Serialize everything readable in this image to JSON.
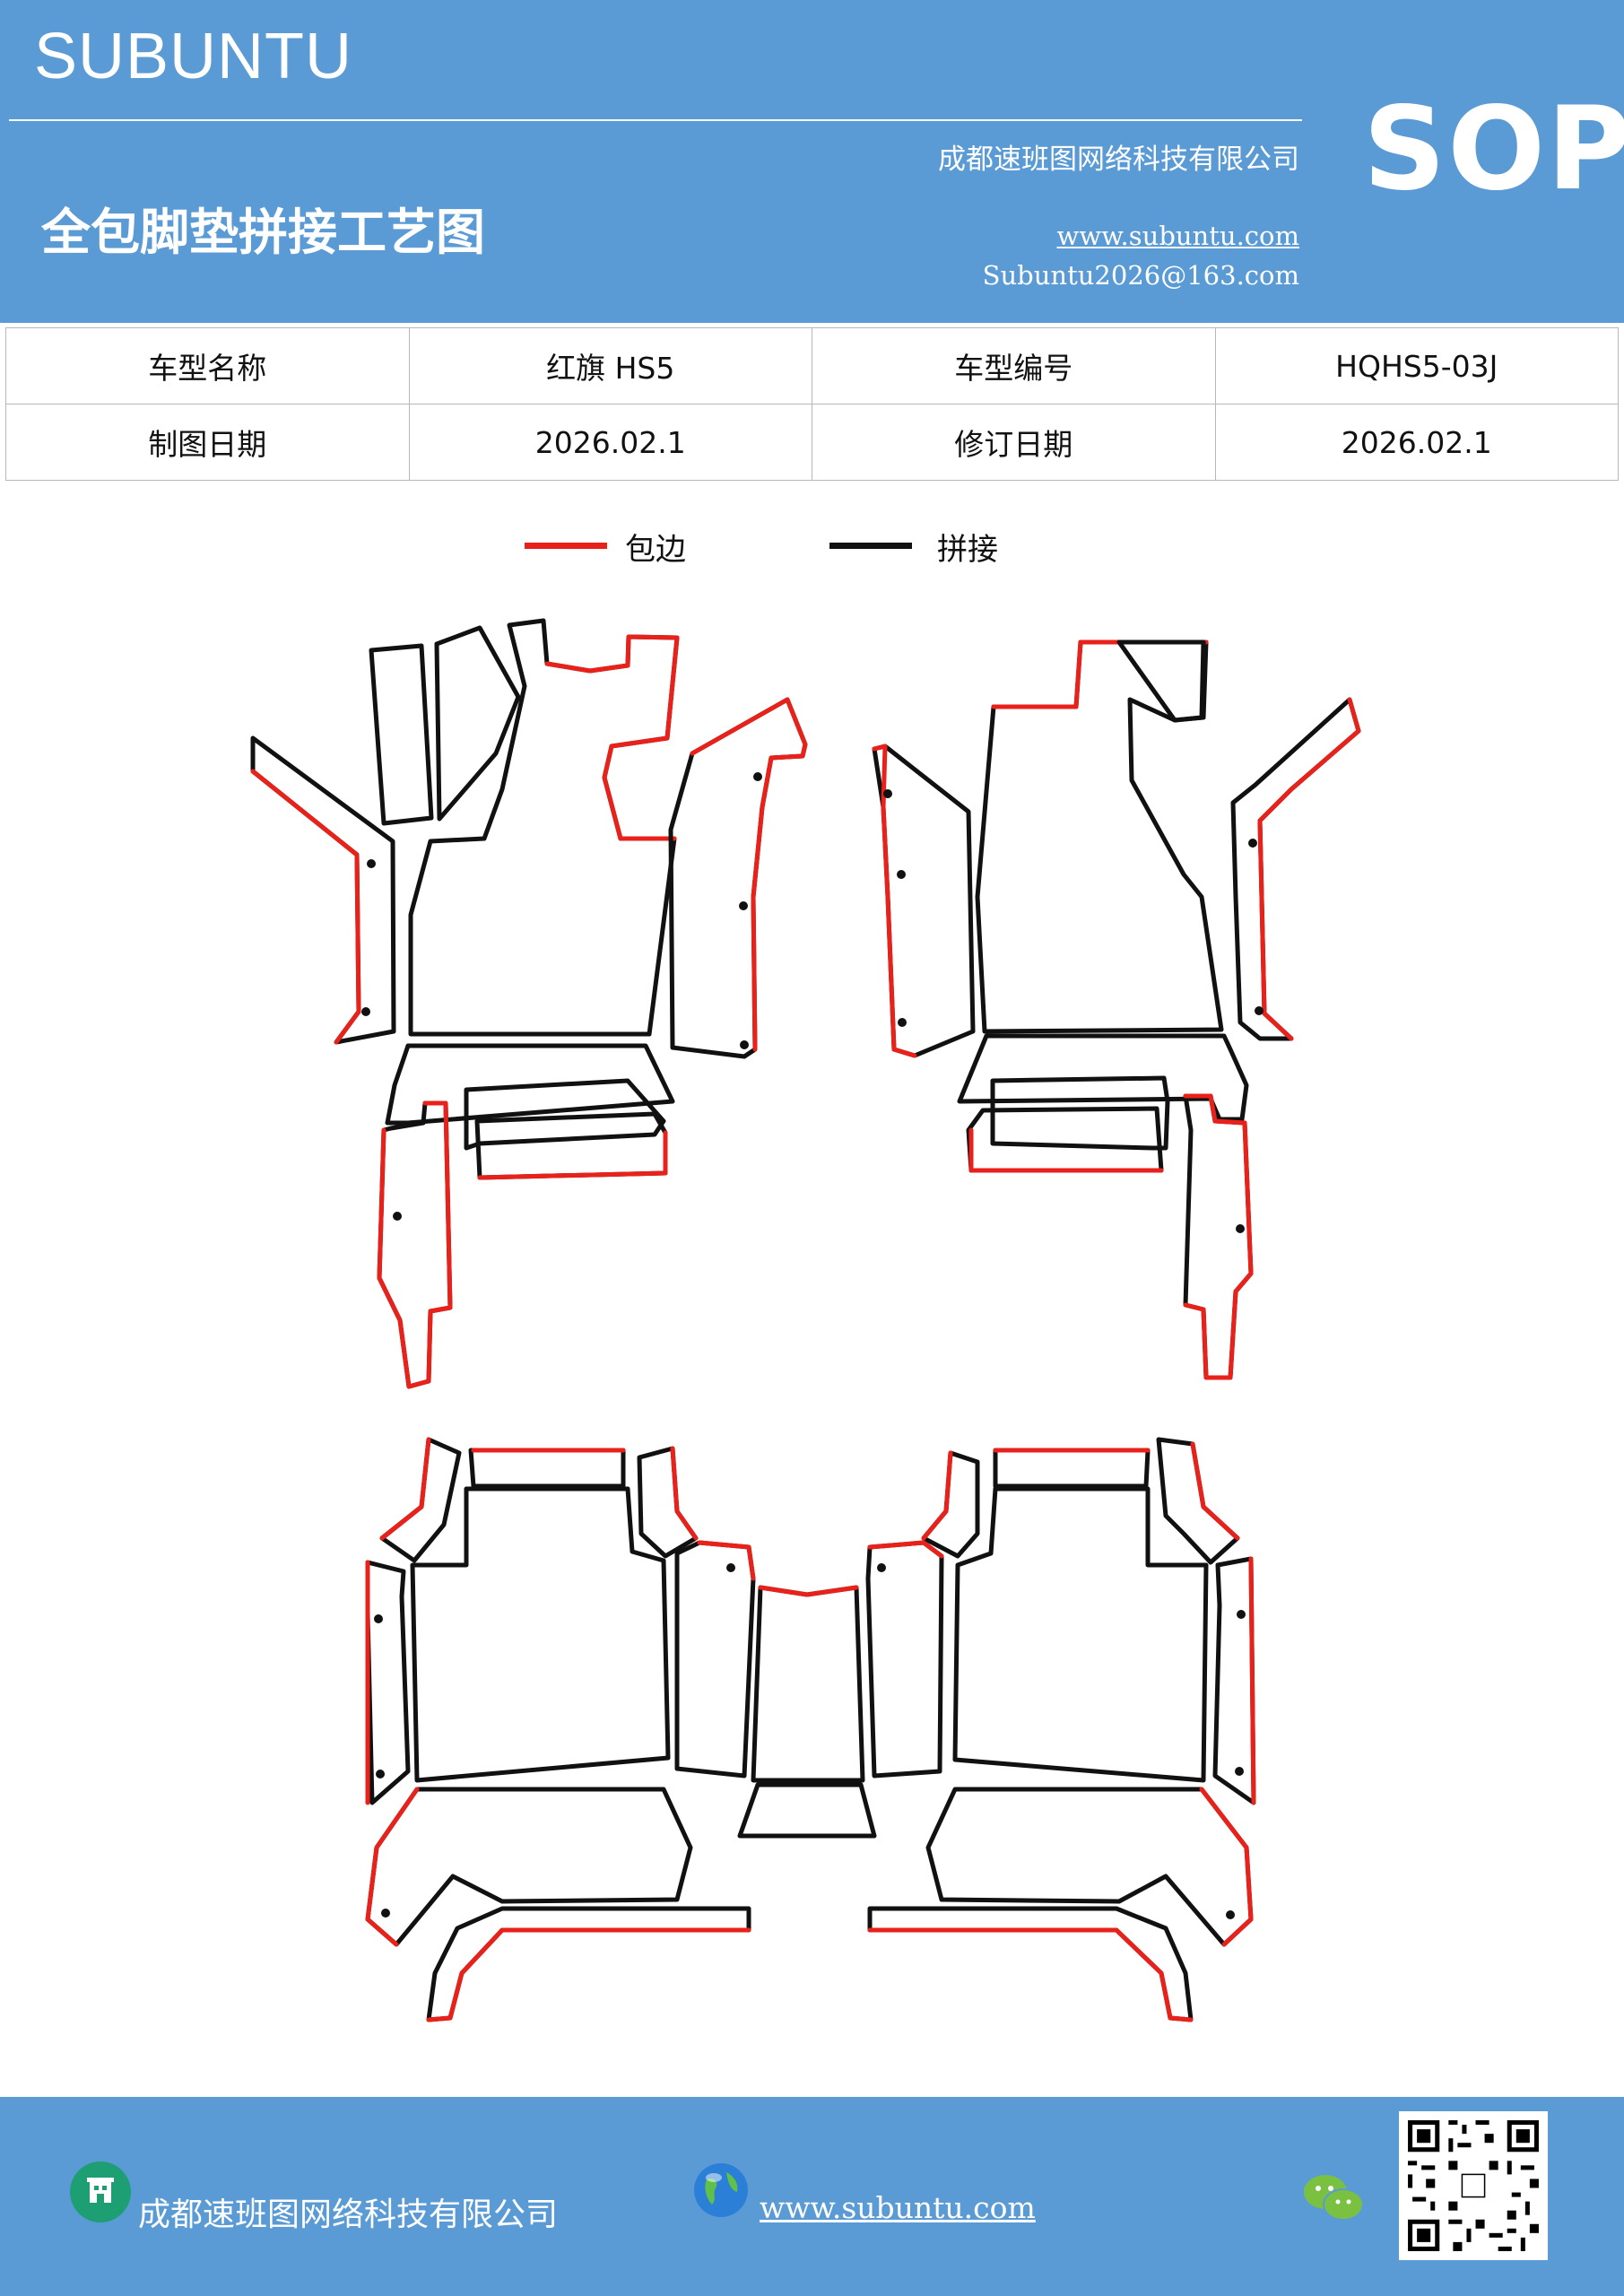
{
  "header": {
    "brand": "SUBUNTU",
    "company": "成都速班图网络科技有限公司",
    "title": "全包脚垫拼接工艺图",
    "website": "www.subuntu.com",
    "email": "Subuntu2026@163.com",
    "badge": "SOP"
  },
  "info": {
    "model_name_label": "车型名称",
    "model_name_value": "红旗 HS5",
    "model_code_label": "车型编号",
    "model_code_value": "HQHS5-03J",
    "draw_date_label": "制图日期",
    "draw_date_value": "2026.02.1",
    "revise_date_label": "修订日期",
    "revise_date_value": "2026.02.1"
  },
  "legend": {
    "edge_label": "包边",
    "edge_color": "#e8221b",
    "splice_label": "拼接",
    "splice_color": "#111111"
  },
  "footer": {
    "company": "成都速班图网络科技有限公司",
    "website": "www.subuntu.com",
    "company_icon": "building-icon",
    "web_icon": "globe-icon",
    "chat_icon": "wechat-icon",
    "qr_icon": "qr-code"
  }
}
